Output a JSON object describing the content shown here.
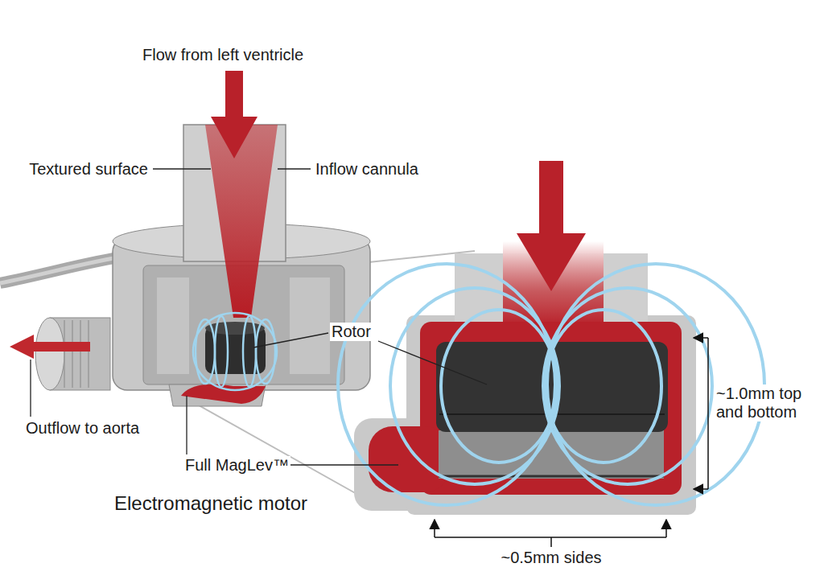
{
  "diagram": {
    "labels": [
      "Flow from left ventricle",
      "Textured surface",
      "Inflow cannula",
      "Rotor",
      "Outflow to aorta",
      "Full MagLev™",
      "Electromagnetic motor",
      "~1.0mm top and bottom",
      "~0.5mm sides"
    ]
  }
}
